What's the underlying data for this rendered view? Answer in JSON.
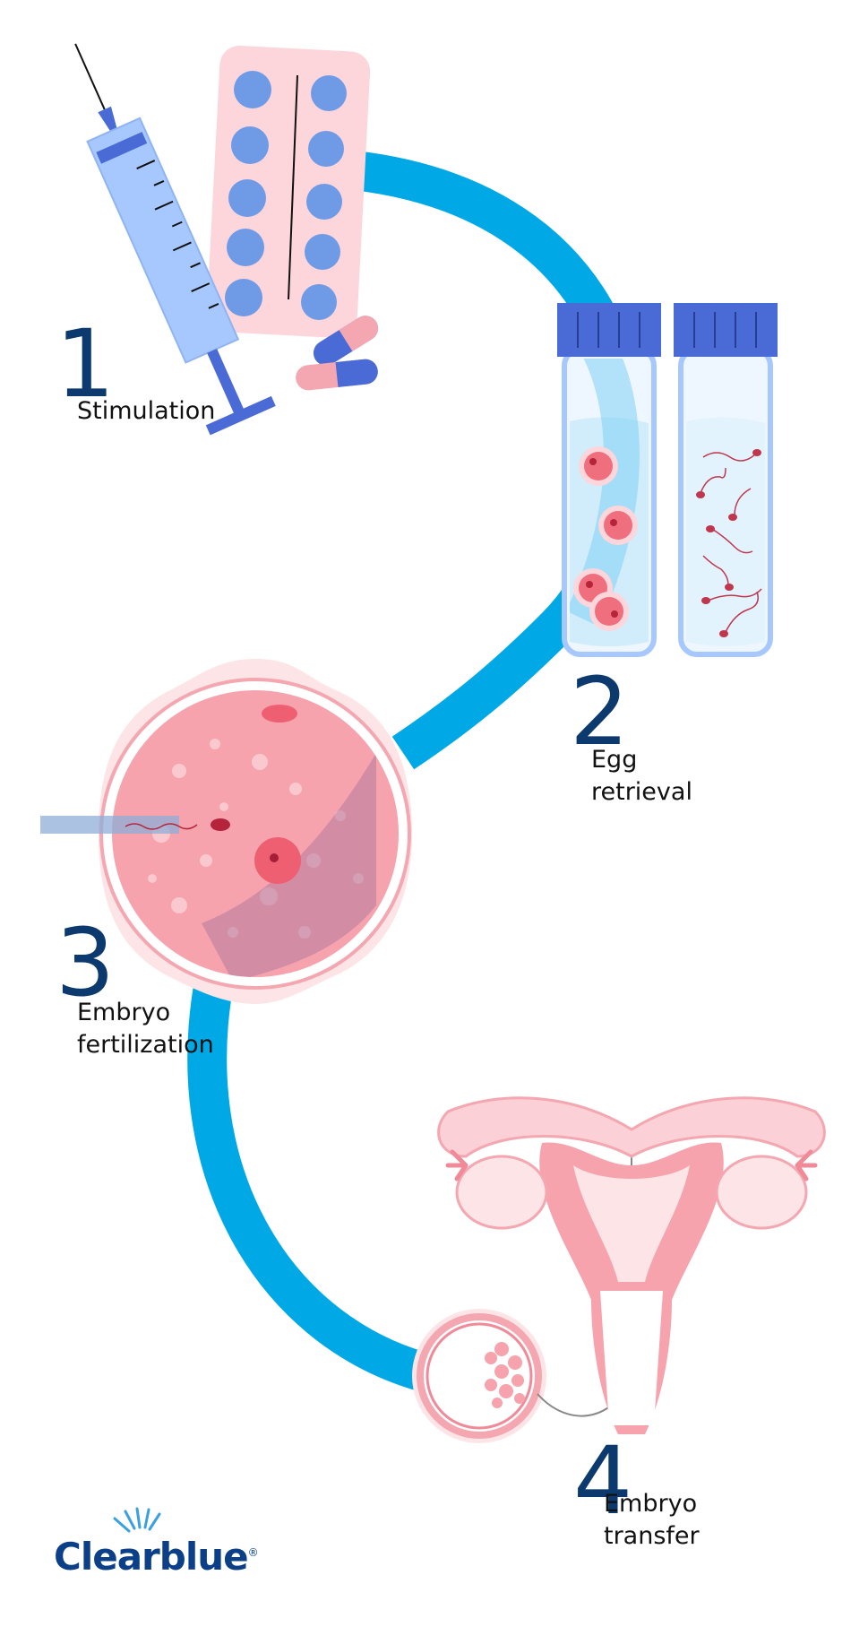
{
  "steps": [
    {
      "number": "1",
      "label": "Stimulation"
    },
    {
      "number": "2",
      "label": "Egg\nretrieval"
    },
    {
      "number": "3",
      "label": "Embryo\nfertilization"
    },
    {
      "number": "4",
      "label": "Embryo\ntransfer"
    }
  ],
  "brand": {
    "name": "Clearblue",
    "mark": "®"
  },
  "colors": {
    "path": "#00a9e6",
    "number": "#0d3a6e",
    "pink": "#f4a7b0",
    "pink_light": "#fde4e6",
    "blue_pill": "#6f9be6",
    "syringe": "#a6c8ff",
    "cap": "#4a6bd6",
    "brand": "#0b3f88"
  },
  "icons": [
    "syringe-icon",
    "pill-blister-icon",
    "capsule-icon",
    "test-tube-eggs-icon",
    "test-tube-sperm-icon",
    "egg-cell-injection-icon",
    "blastocyst-icon",
    "uterus-icon",
    "clearblue-logo-icon"
  ]
}
